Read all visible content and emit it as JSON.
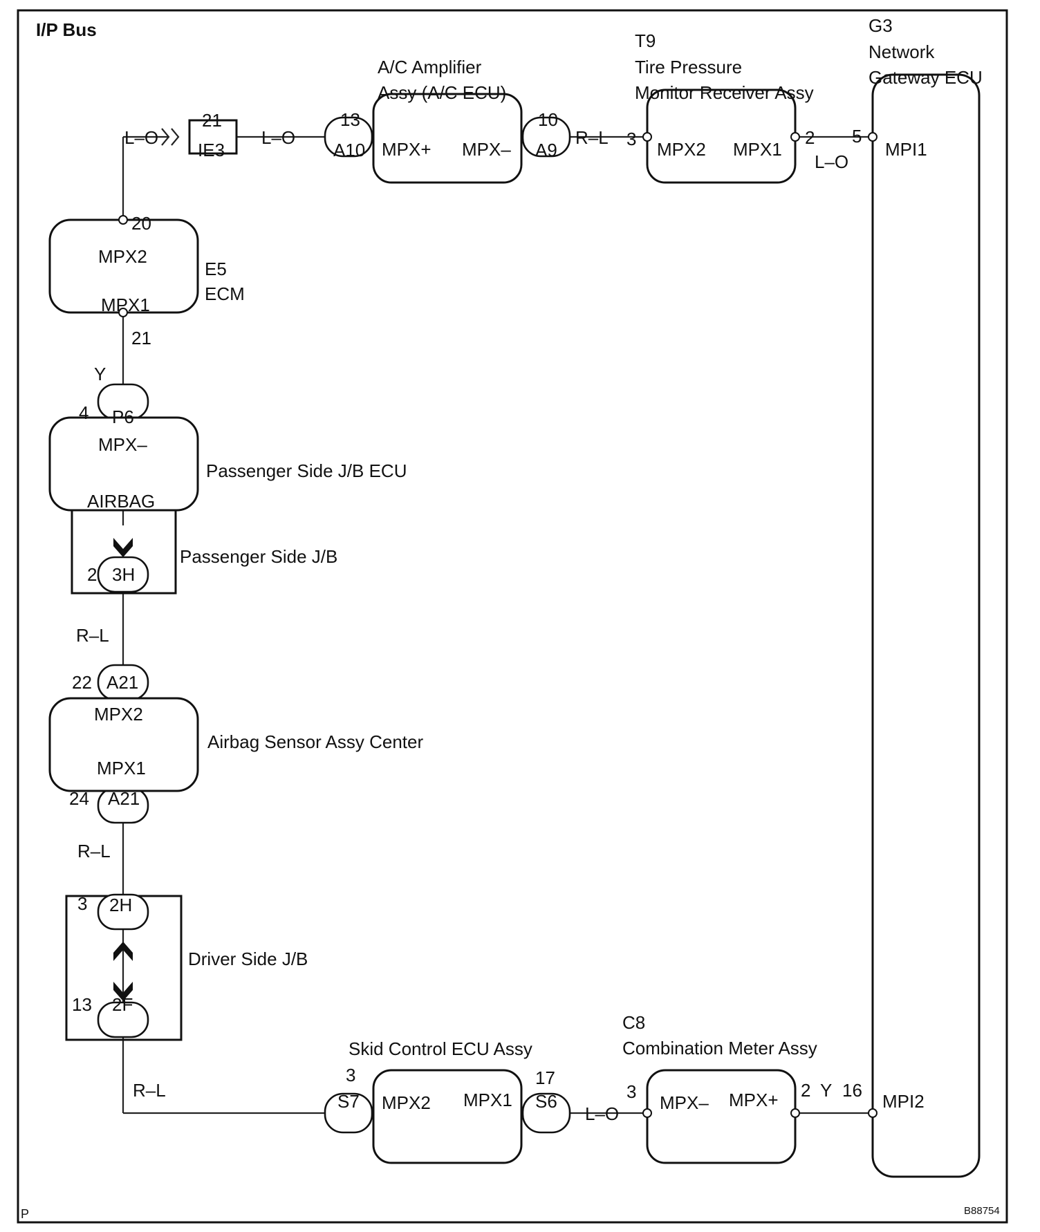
{
  "title": "I/P Bus",
  "footer": {
    "left": "P",
    "right": "B88754"
  },
  "components": {
    "ac_amp": {
      "name_line1": "A/C Amplifier",
      "name_line2": "Assy (A/C ECU)",
      "pin_left": "MPX+",
      "pin_right": "MPX–"
    },
    "tire": {
      "code": "T9",
      "name_line1": "Tire Pressure",
      "name_line2": "Monitor Receiver Assy",
      "pin_left": "MPX2",
      "pin_right": "MPX1"
    },
    "gateway": {
      "code": "G3",
      "name_line1": "Network",
      "name_line2": "Gateway ECU",
      "pin_top": "MPI1",
      "pin_bottom": "MPI2"
    },
    "ecm": {
      "code": "E5",
      "name": "ECM",
      "pin_top": "MPX2",
      "pin_bottom": "MPX1"
    },
    "pass_jb_ecu": {
      "name": "Passenger Side J/B ECU",
      "pin_top": "MPX–",
      "pin_bottom": "AIRBAG"
    },
    "pass_jb": {
      "name": "Passenger Side J/B"
    },
    "airbag": {
      "name": "Airbag Sensor Assy Center",
      "pin_top": "MPX2",
      "pin_bottom": "MPX1"
    },
    "driver_jb": {
      "name": "Driver Side J/B"
    },
    "skid": {
      "name": "Skid Control ECU Assy",
      "pin_left": "MPX2",
      "pin_right": "MPX1"
    },
    "combo": {
      "code": "C8",
      "name": "Combination Meter Assy",
      "pin_left": "MPX–",
      "pin_right": "MPX+"
    }
  },
  "connectors": {
    "ie3": {
      "id": "IE3",
      "pin": "21"
    },
    "a10": {
      "id": "A10",
      "pin": "13"
    },
    "a9": {
      "id": "A9",
      "pin": "10"
    },
    "p6": {
      "id": "P6",
      "pin": "4"
    },
    "c3h": {
      "id": "3H",
      "pin": "2"
    },
    "a21_top": {
      "id": "A21",
      "pin": "22"
    },
    "a21_bot": {
      "id": "A21",
      "pin": "24"
    },
    "c2h": {
      "id": "2H",
      "pin": "3"
    },
    "c2f": {
      "id": "2F",
      "pin": "13"
    },
    "s7": {
      "id": "S7",
      "pin": "3"
    },
    "s6": {
      "id": "S6",
      "pin": "17"
    }
  },
  "pins": {
    "tire_left": "3",
    "tire_right": "2",
    "gw_top": "5",
    "ecm_top": "20",
    "ecm_bottom": "21",
    "combo_left": "3",
    "combo_right": "2",
    "gw_bottom": "16"
  },
  "wires": {
    "ecm_to_ie3": "L–O",
    "ie3_to_a10": "L–O",
    "a9_to_tire": "R–L",
    "tire_to_gw": "L–O",
    "ecm_to_p6": "Y",
    "jb_to_a21": "R–L",
    "a21_to_2h": "R–L",
    "2f_to_s7": "R–L",
    "s6_to_combo": "L–O",
    "combo_to_gw": "Y"
  }
}
